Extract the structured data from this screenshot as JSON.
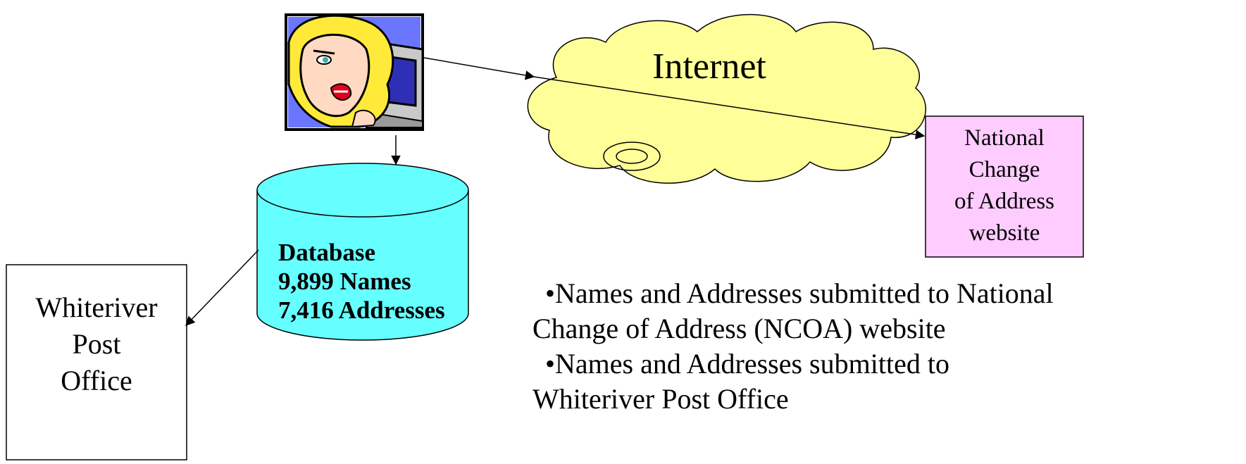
{
  "cloud": {
    "label": "Internet",
    "fill": "#FFFF99"
  },
  "database": {
    "lines": [
      "Database",
      "9,899 Names",
      "7,416 Addresses"
    ],
    "fill": "#66FFFF"
  },
  "ncoa_box": {
    "lines": [
      "National",
      "Change",
      "of Address",
      "website"
    ],
    "fill": "#FFCCFF"
  },
  "post_office_box": {
    "lines": [
      "Whiteriver",
      "Post",
      "Office"
    ]
  },
  "notes": {
    "bullet": "•",
    "item1_line1": "Names and Addresses submitted to National",
    "item1_line2": "Change of Address (NCOA) website",
    "item2_line1": "Names and Addresses submitted to",
    "item2_line2": "Whiteriver Post Office"
  },
  "icons": {
    "user": "woman-at-computer-clipart-icon"
  }
}
